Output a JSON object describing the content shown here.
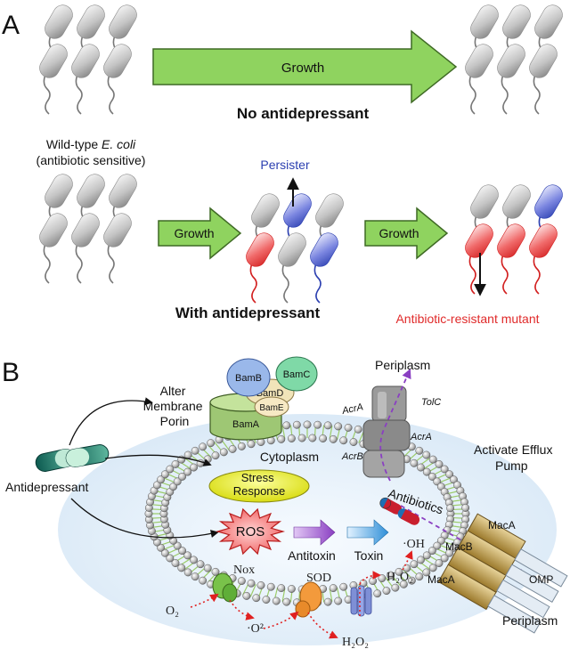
{
  "panel_a": {
    "label": "A",
    "growth_label": "Growth",
    "no_antidepressant": "No antidepressant",
    "wild_type_line1_prefix": "Wild-type ",
    "wild_type_line1_italic": "E. coli",
    "wild_type_line2": "(antibiotic sensitive)",
    "persister": "Persister",
    "with_antidepressant": "With antidepressant",
    "resistant_mutant": "Antibiotic-resistant mutant",
    "colors": {
      "persister": "#2b3fb0",
      "resistant": "#e02a2a",
      "arrow_fill": "#8fd35f"
    }
  },
  "panel_b": {
    "label": "B",
    "alter_porin": [
      "Alter",
      "Membrane",
      "Porin"
    ],
    "antidepressant": "Antidepressant",
    "cytoplasm": "Cytoplasm",
    "stress_response": [
      "Stress",
      "Response"
    ],
    "ros": "ROS",
    "antitoxin": "Antitoxin",
    "toxin": "Toxin",
    "oh": "·OH",
    "h2o2": "H₂O₂",
    "nox": "Nox",
    "sod": "SOD",
    "o2": "O₂",
    "superoxide": "·O²",
    "h2o2_bottom": "H₂O₂",
    "periplasm_top": "Periplasm",
    "periplasm_bottom": "Periplasm",
    "activate_efflux": [
      "Activate Efflux",
      "Pump"
    ],
    "antibiotics": "Antibiotics",
    "bam": {
      "a": "BamA",
      "b": "BamB",
      "c": "BamC",
      "d": "BamD",
      "e": "BamE"
    },
    "tolc": "TolC",
    "acra_1": "AcrA",
    "acra_2": "AcrA",
    "acrb": "AcrB",
    "maca_1": "MacA",
    "maca_2": "MacA",
    "macb": "MacB",
    "omp": "OMP"
  }
}
